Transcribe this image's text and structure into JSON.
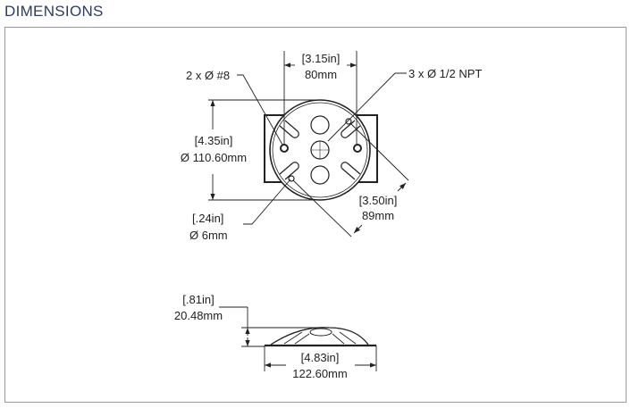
{
  "title": "DIMENSIONS",
  "plan_view": {
    "width_in": "[3.15in]",
    "width_mm": "80mm",
    "mount_holes": "2 x Ø #8",
    "npt_holes": "3 x Ø 1/2 NPT",
    "diameter_in": "[4.35in]",
    "diameter_mm": "Ø 110.60mm",
    "hole_in": "[.24in]",
    "hole_mm": "Ø 6mm",
    "diag_in": "[3.50in]",
    "diag_mm": "89mm"
  },
  "side_view": {
    "height_in": "[.81in]",
    "height_mm": "20.48mm",
    "width_in": "[4.83in]",
    "width_mm": "122.60mm"
  }
}
